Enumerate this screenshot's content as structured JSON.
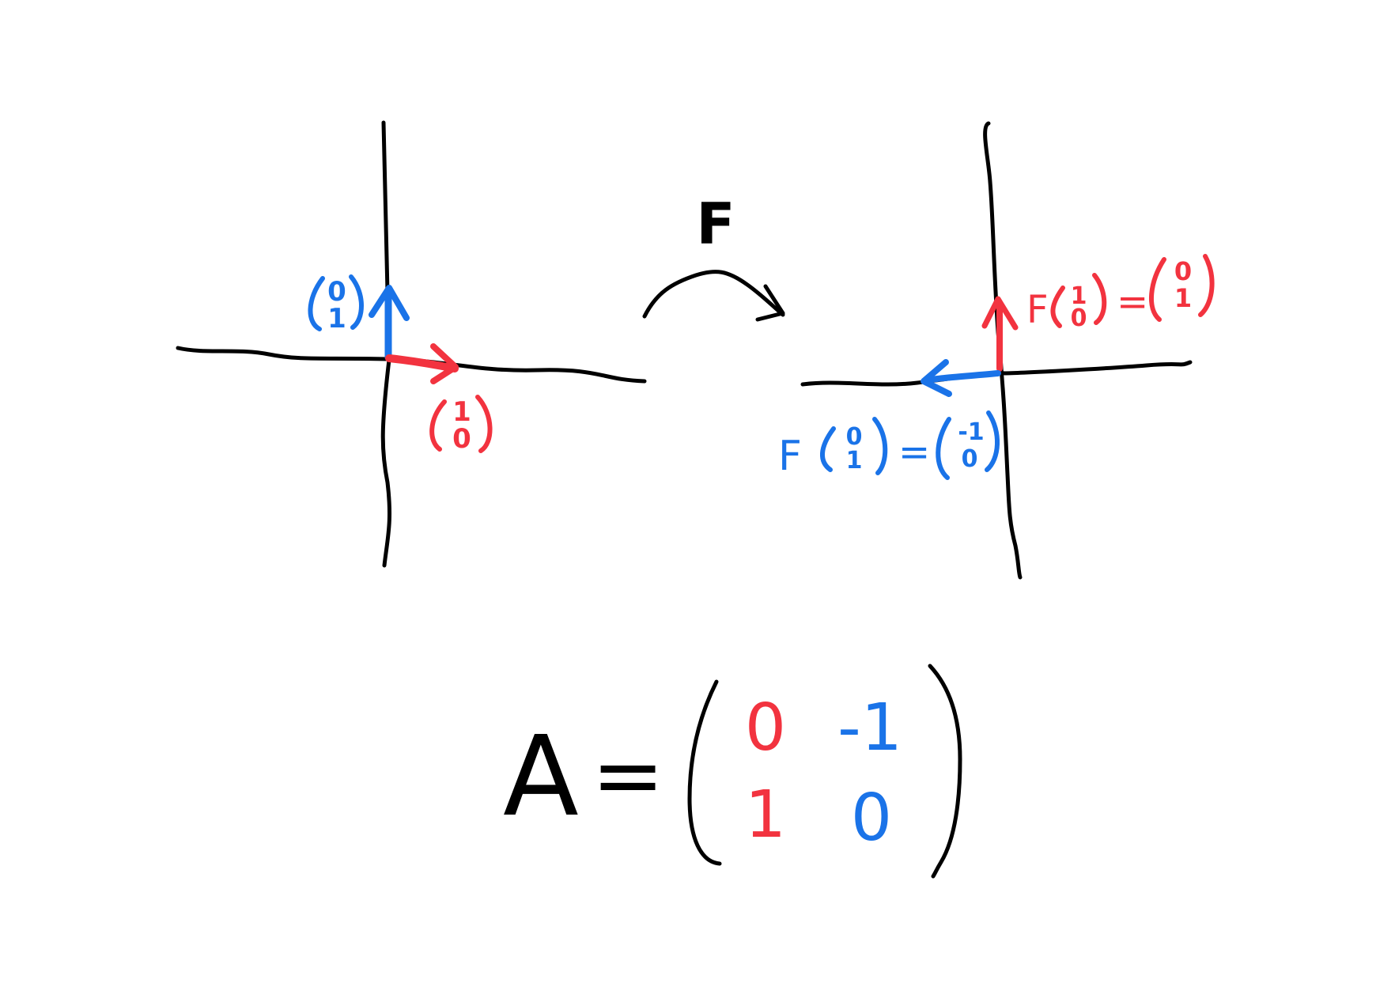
{
  "colors": {
    "ink": "#000000",
    "e1": "#f2333f",
    "e2": "#1a73e8",
    "background": "#ffffff"
  },
  "left_plane": {
    "e1_label": {
      "top": "1",
      "bottom": "0"
    },
    "e2_label": {
      "top": "0",
      "bottom": "1"
    }
  },
  "map": {
    "label": "F"
  },
  "right_plane": {
    "image_e1": {
      "func": "F",
      "arg": {
        "top": "1",
        "bottom": "0"
      },
      "equals": "=",
      "result": {
        "top": "0",
        "bottom": "1"
      }
    },
    "image_e2": {
      "func": "F",
      "arg": {
        "top": "0",
        "bottom": "1"
      },
      "equals": "=",
      "result": {
        "top": "-1",
        "bottom": "0"
      }
    }
  },
  "matrix": {
    "name": "A",
    "equals": "=",
    "entries": [
      [
        "0",
        "-1"
      ],
      [
        "1",
        "0"
      ]
    ]
  }
}
